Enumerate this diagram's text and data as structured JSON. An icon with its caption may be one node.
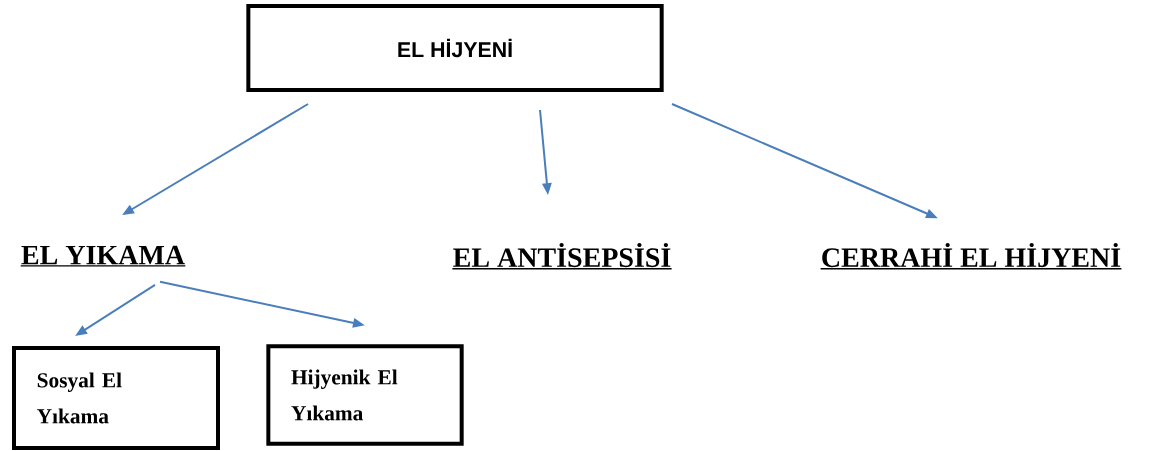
{
  "diagram": {
    "nodes": [
      {
        "text": [
          "EL HİJYENİ"
        ]
      },
      {
        "text": [
          "EL YIKAMA"
        ]
      },
      {
        "text": [
          "EL ANTİSEPSİSİ"
        ]
      },
      {
        "text": [
          "CERRAHİ EL HİJYENİ"
        ]
      },
      {
        "text": [
          "Sosyal El Yıkama"
        ]
      },
      {
        "text": [
          "Hijyenik El Yıkama"
        ]
      }
    ],
    "edges": [
      {
        "from": 0,
        "to": 1,
        "arrow": "to"
      },
      {
        "from": 0,
        "to": 2,
        "arrow": "to"
      },
      {
        "from": 0,
        "to": 3,
        "arrow": "to"
      },
      {
        "from": 1,
        "to": 4,
        "arrow": "to"
      },
      {
        "from": 1,
        "to": 5,
        "arrow": "to"
      }
    ]
  }
}
